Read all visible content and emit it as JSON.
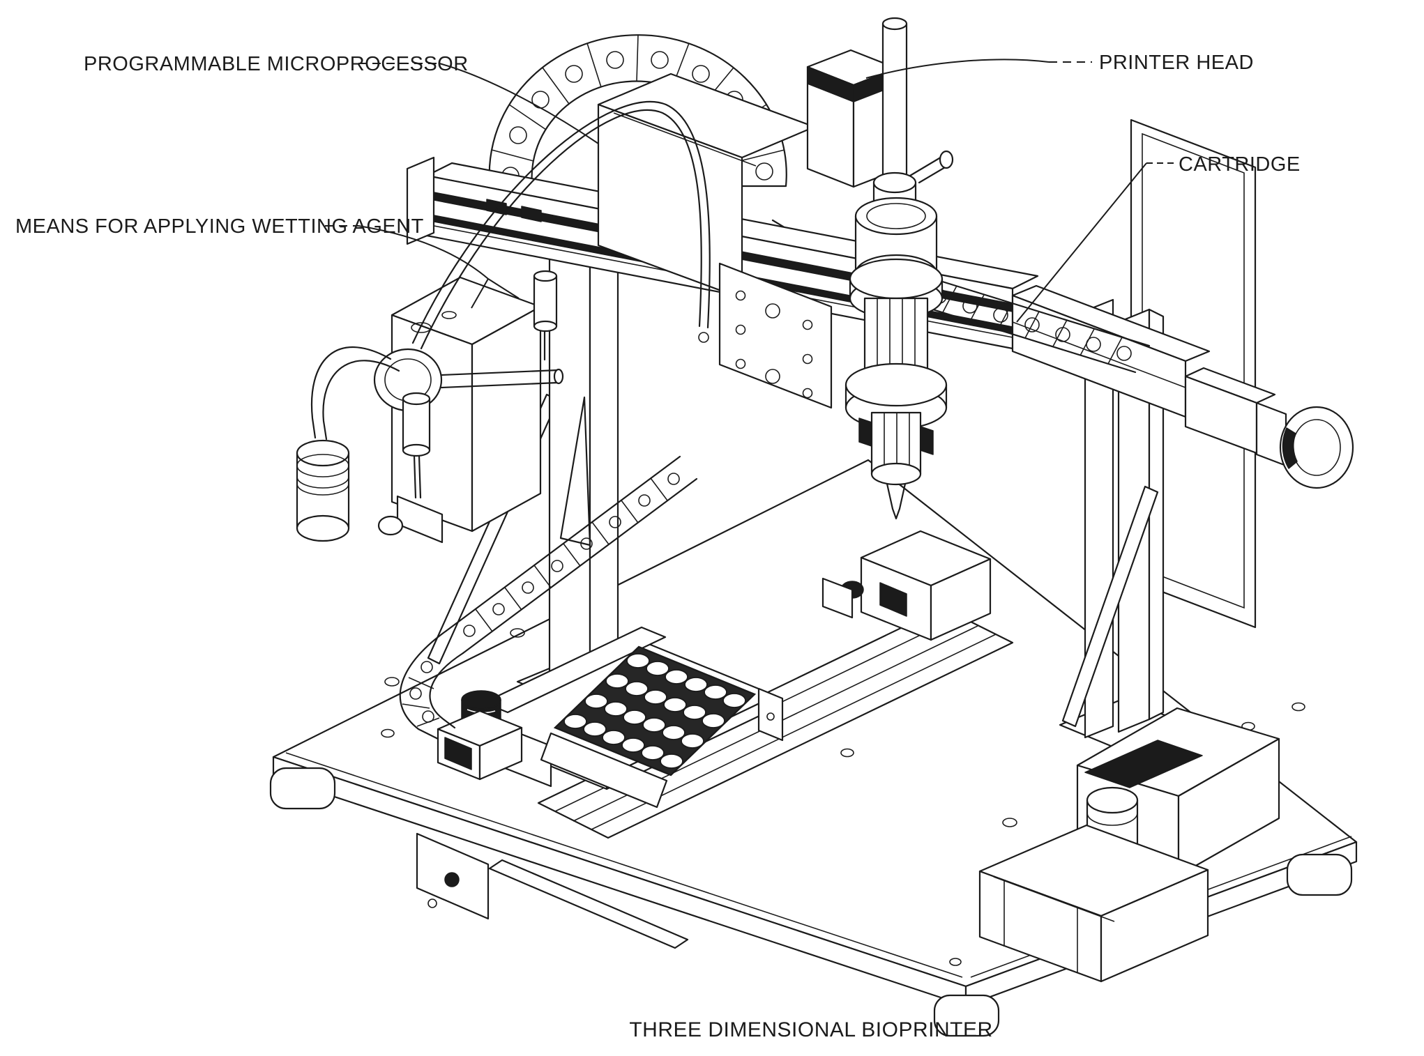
{
  "figure": {
    "caption": "THREE DIMENSIONAL BIOPRINTER",
    "labels": {
      "microprocessor": "PROGRAMMABLE MICROPROCESSOR",
      "printer_head": "PRINTER HEAD",
      "cartridge": "CARTRIDGE",
      "wetting_agent": "MEANS FOR APPLYING WETTING AGENT"
    },
    "colors": {
      "ink": "#1b1b1b",
      "paper": "#ffffff"
    }
  }
}
